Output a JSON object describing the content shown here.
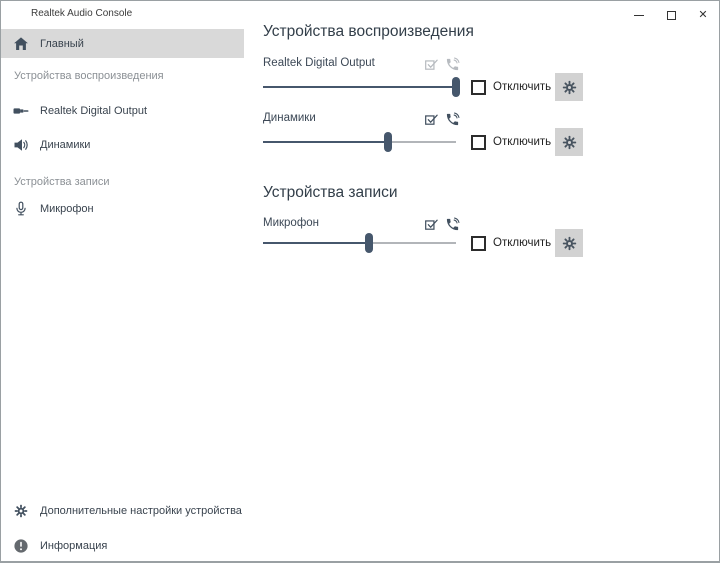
{
  "window": {
    "title": "Realtek Audio Console",
    "controls": {
      "minimize_icon": "minimize-icon",
      "maximize_icon": "maximize-icon",
      "close_glyph": "✕"
    }
  },
  "colors": {
    "accent": "#46576c",
    "track": "#b2b5b9",
    "selected-bg": "#d9d9d9",
    "button-bg": "#d2d2d2",
    "muted-icon": "#b7bbc0",
    "text-dark": "#3a4550",
    "text-gray": "#8b9095",
    "border": "#9aa0a3"
  },
  "sidebar": {
    "home": {
      "label": "Главный",
      "icon": "home-icon",
      "selected": true
    },
    "playback_header": "Устройства воспроизведения",
    "items": [
      {
        "label": "Realtek Digital Output",
        "icon": "digital-output-icon"
      },
      {
        "label": "Динамики",
        "icon": "speaker-icon"
      }
    ],
    "recording_header": "Устройства записи",
    "recording_items": [
      {
        "label": "Микрофон",
        "icon": "microphone-icon"
      }
    ],
    "footer_items": [
      {
        "label": "Дополнительные настройки устройства",
        "icon": "gear-icon"
      },
      {
        "label": "Информация",
        "icon": "info-icon"
      }
    ]
  },
  "main": {
    "playback_heading": "Устройства воспроизведения",
    "recording_heading": "Устройства записи",
    "devices": [
      {
        "name": "Realtek Digital Output",
        "volume_percent": 100,
        "default_device_icon_state": "inactive",
        "communication_icon_state": "inactive",
        "disable_label": "Отключить",
        "disable_checked": false
      },
      {
        "name": "Динамики",
        "volume_percent": 65,
        "default_device_icon_state": "active",
        "communication_icon_state": "active",
        "disable_label": "Отключить",
        "disable_checked": false
      },
      {
        "name": "Микрофон",
        "volume_percent": 55,
        "default_device_icon_state": "active",
        "communication_icon_state": "active",
        "disable_label": "Отключить",
        "disable_checked": false
      }
    ]
  }
}
